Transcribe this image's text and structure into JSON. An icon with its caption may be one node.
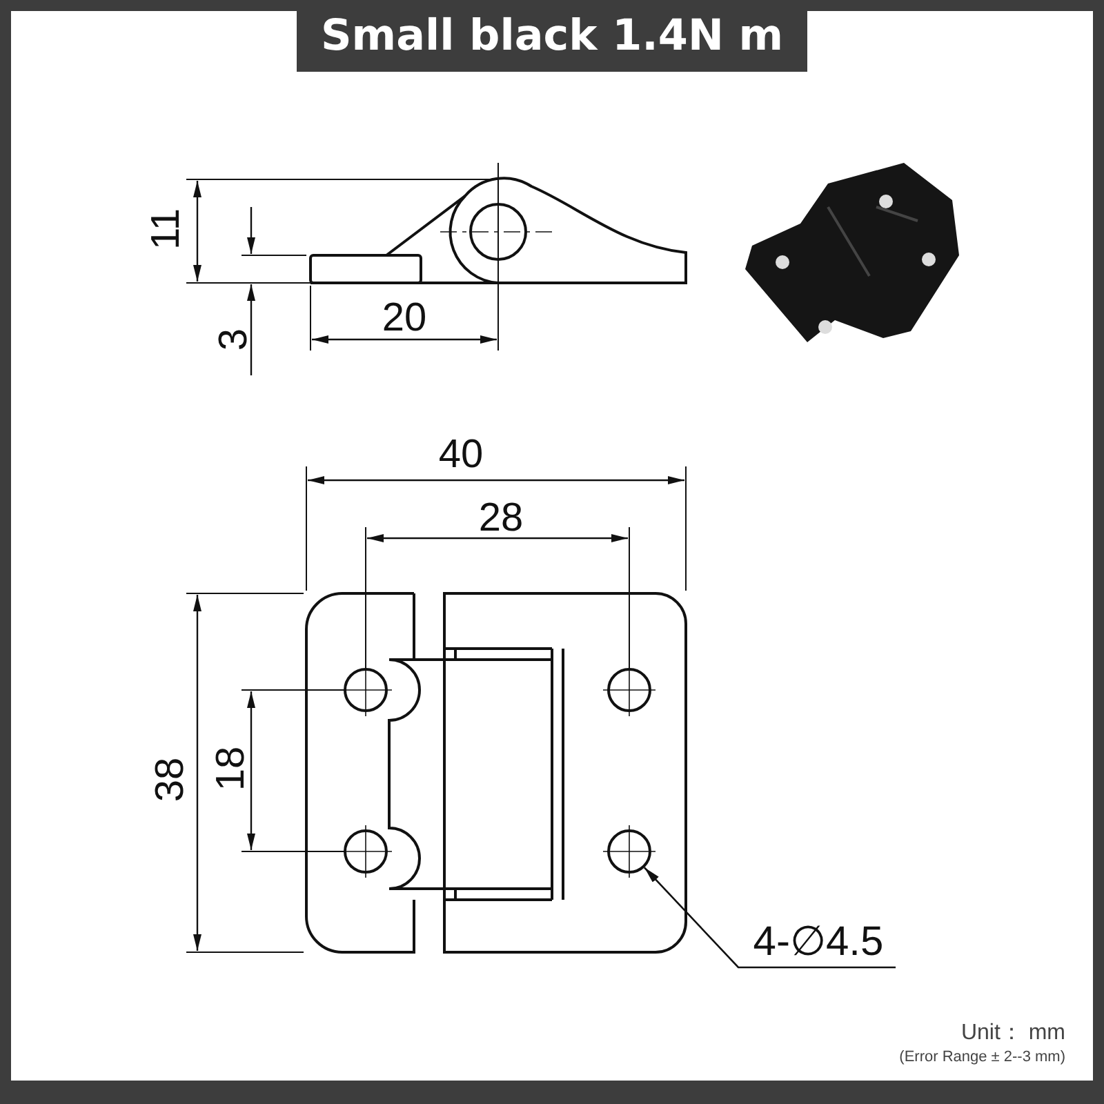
{
  "diagram": {
    "title": "Small black 1.4N m",
    "nodes": [
      {
        "text": [
          "4-∅4.5"
        ]
      },
      {
        "text": [],
        "shape": "circle"
      }
    ],
    "edges": [
      {
        "from": 0,
        "to": 1,
        "arrow": "to"
      }
    ],
    "labels": [
      "11",
      "3",
      "20",
      "40",
      "28",
      "38",
      "18",
      "Unit： mm",
      "(Error Range ± 2--3 mm)"
    ]
  }
}
